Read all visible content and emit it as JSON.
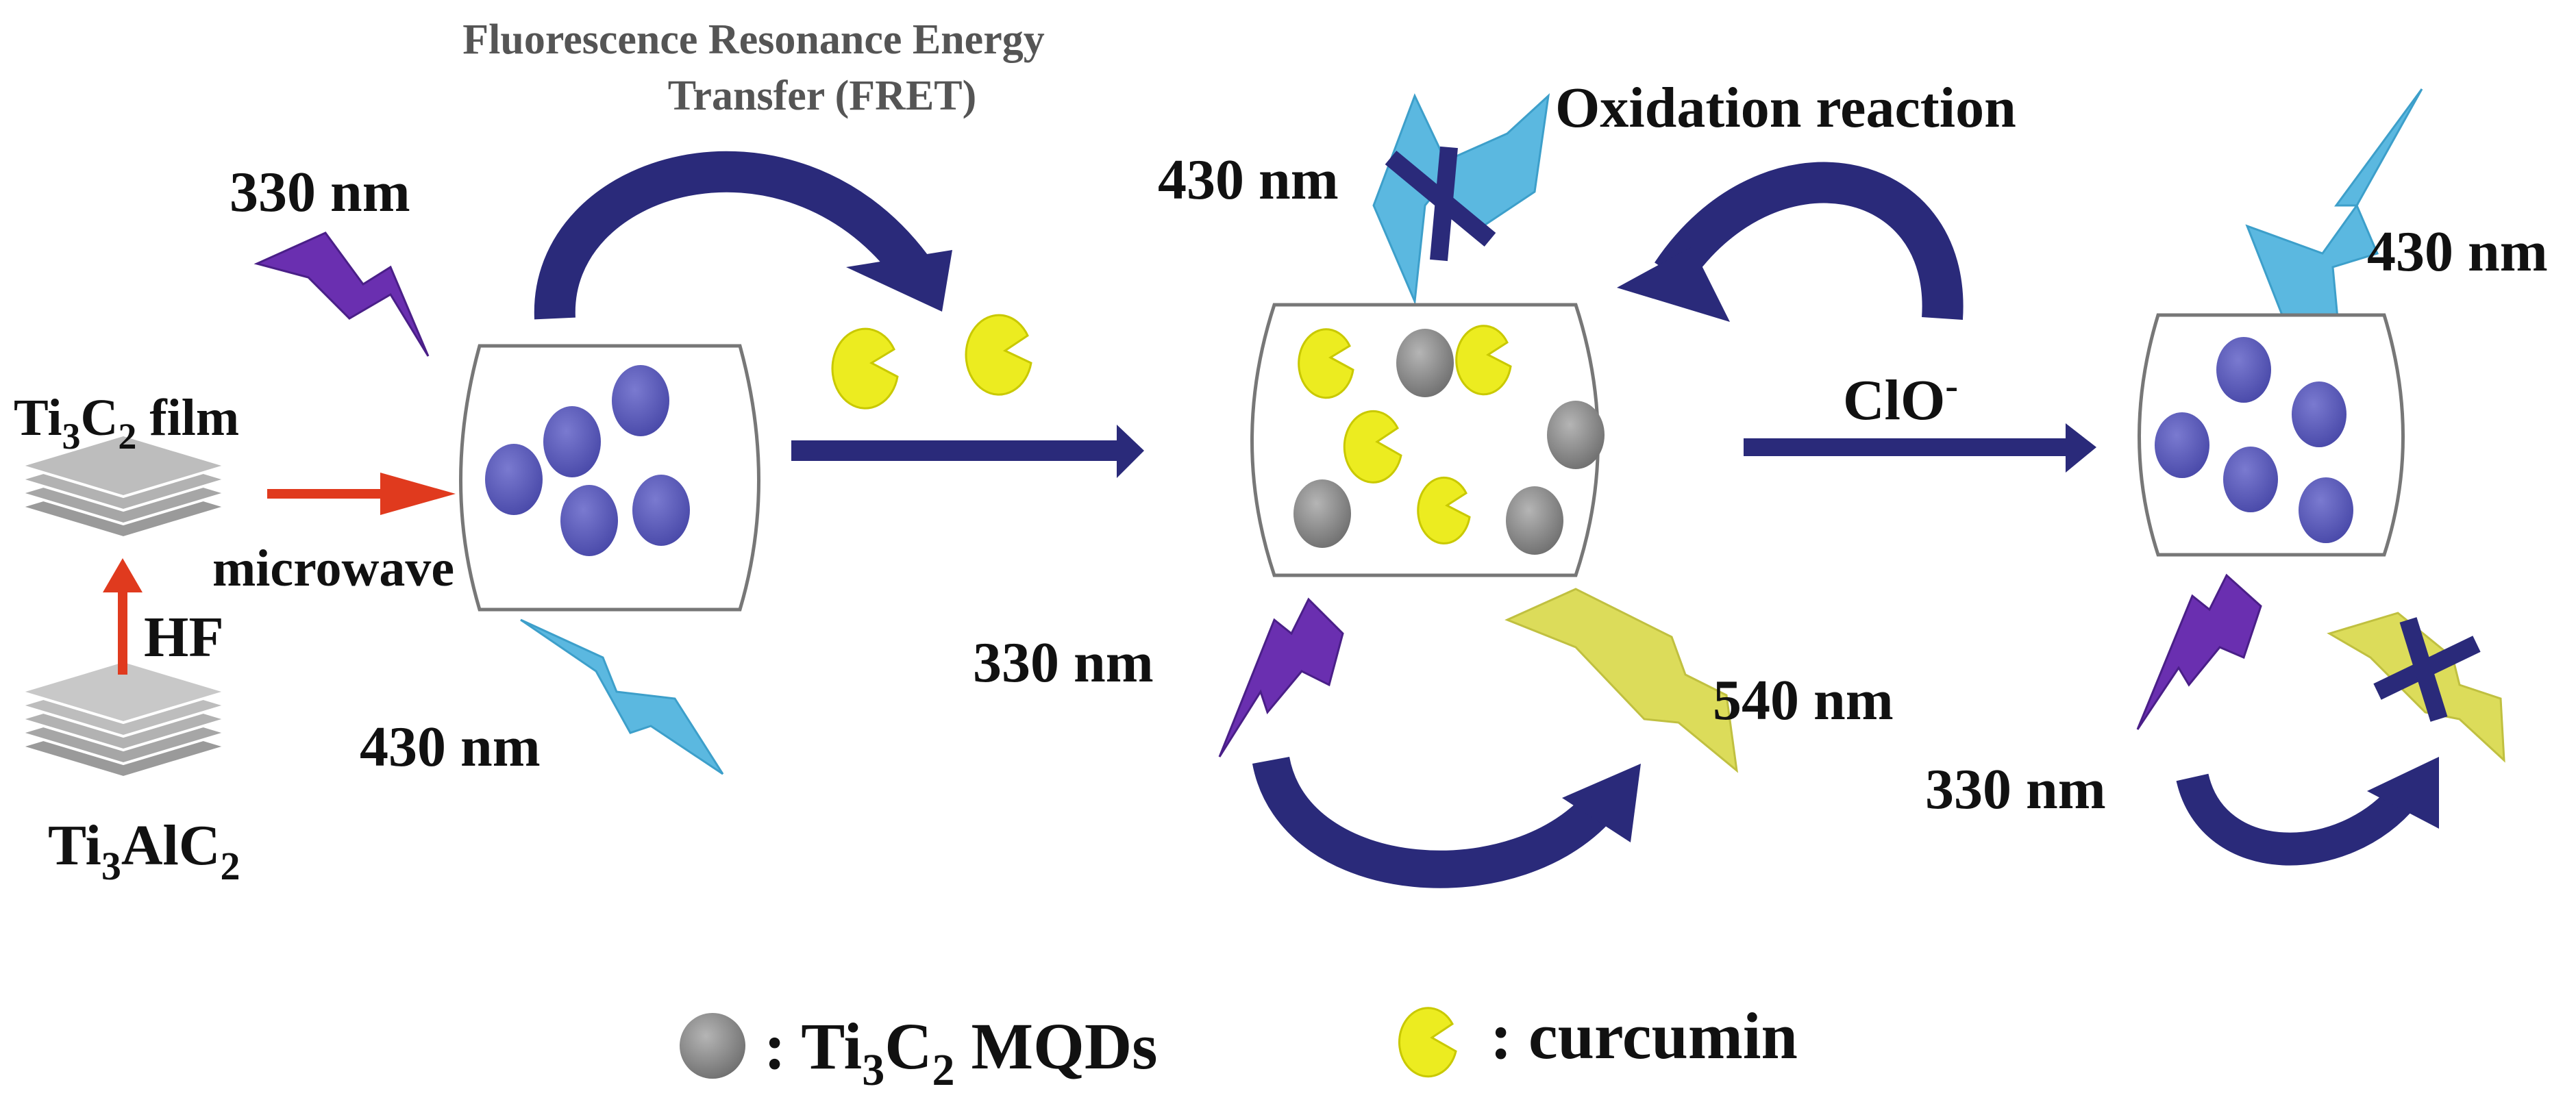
{
  "diagram": {
    "colors": {
      "navy": "#2a2a7a",
      "red": "#e03a1e",
      "purple": "#6a2fb0",
      "cyan": "#5bb8e0",
      "yellow": "#dcdc5a",
      "curcumin": "#ecec20",
      "mqd_gray": "#8a8a8a",
      "mqd_blue": "#5a5ab8"
    },
    "fret_line1": "Fluorescence Resonance Energy",
    "fret_line2": "Transfer (FRET)",
    "oxidation": "Oxidation reaction",
    "ti3c2_film_main": "Ti",
    "ti3c2_film_sub1": "3",
    "ti3c2_film_c": "C",
    "ti3c2_film_sub2": "2",
    "ti3c2_film_word": " film",
    "microwave": "microwave",
    "hf": "HF",
    "ti3alc2_main": "Ti",
    "ti3alc2_sub1": "3",
    "ti3alc2_mid": "AlC",
    "ti3alc2_sub2": "2",
    "clo_main": "ClO",
    "clo_sup": "-",
    "nm330": "330 nm",
    "nm430": "430 nm",
    "nm540": "540 nm",
    "legend_mqds_prefix": ": Ti",
    "legend_mqds_sub1": "3",
    "legend_mqds_c": "C",
    "legend_mqds_sub2": "2",
    "legend_mqds_word": " MQDs",
    "legend_curcumin": ": curcumin"
  }
}
